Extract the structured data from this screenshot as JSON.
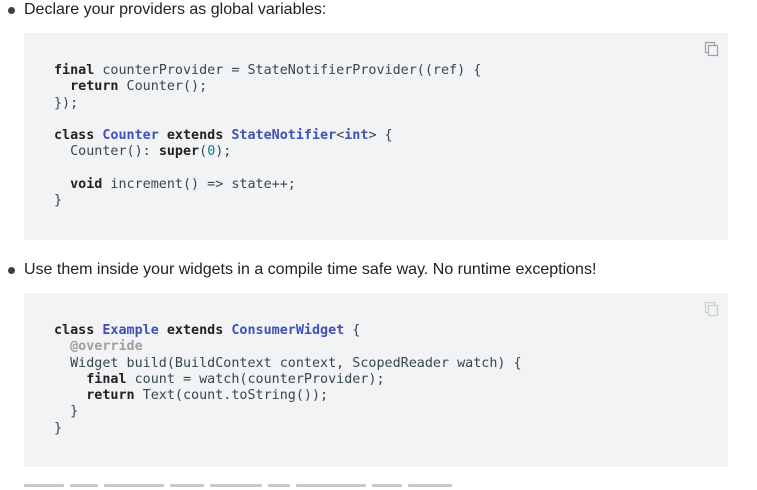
{
  "steps": [
    {
      "bullet_text": "Declare your providers as global variables:",
      "code_lines": [
        [
          {
            "t": "final",
            "c": "kw"
          },
          {
            "t": " counterProvider = StateNotifierProvider((ref) {"
          }
        ],
        [
          {
            "t": "  "
          },
          {
            "t": "return",
            "c": "kw"
          },
          {
            "t": " Counter();"
          }
        ],
        [
          {
            "t": "});"
          }
        ],
        [
          {
            "t": ""
          }
        ],
        [
          {
            "t": "class",
            "c": "kw"
          },
          {
            "t": " "
          },
          {
            "t": "Counter",
            "c": "ty"
          },
          {
            "t": " "
          },
          {
            "t": "extends",
            "c": "kw"
          },
          {
            "t": " "
          },
          {
            "t": "StateNotifier",
            "c": "ty"
          },
          {
            "t": "<"
          },
          {
            "t": "int",
            "c": "ty"
          },
          {
            "t": "> {"
          }
        ],
        [
          {
            "t": "  Counter(): "
          },
          {
            "t": "super",
            "c": "kw"
          },
          {
            "t": "("
          },
          {
            "t": "0",
            "c": "num"
          },
          {
            "t": ");"
          }
        ],
        [
          {
            "t": ""
          }
        ],
        [
          {
            "t": "  "
          },
          {
            "t": "void",
            "c": "kw"
          },
          {
            "t": " increment() => state++;"
          }
        ],
        [
          {
            "t": "}"
          }
        ]
      ]
    },
    {
      "bullet_text": "Use them inside your widgets in a compile time safe way. No runtime exceptions!",
      "code_lines": [
        [
          {
            "t": "class",
            "c": "kw"
          },
          {
            "t": " "
          },
          {
            "t": "Example",
            "c": "ty"
          },
          {
            "t": " "
          },
          {
            "t": "extends",
            "c": "kw"
          },
          {
            "t": " "
          },
          {
            "t": "ConsumerWidget",
            "c": "ty"
          },
          {
            "t": " {"
          }
        ],
        [
          {
            "t": "  "
          },
          {
            "t": "@override",
            "c": "ann"
          }
        ],
        [
          {
            "t": "  Widget build(BuildContext context, ScopedReader watch) {"
          }
        ],
        [
          {
            "t": "    "
          },
          {
            "t": "final",
            "c": "kw"
          },
          {
            "t": " count = watch(counterProvider);"
          }
        ],
        [
          {
            "t": "    "
          },
          {
            "t": "return",
            "c": "kw"
          },
          {
            "t": " Text(count.toString());"
          }
        ],
        [
          {
            "t": "  }"
          }
        ],
        [
          {
            "t": "}"
          }
        ]
      ]
    }
  ],
  "icons": {
    "copy": "copy-icon"
  },
  "colors": {
    "code_background": "#f1f3f4",
    "keyword": "#202124",
    "type_name": "#3f51b5",
    "number_literal": "#00838f",
    "annotation": "#9e9e9e",
    "plain_code": "#37474f"
  }
}
